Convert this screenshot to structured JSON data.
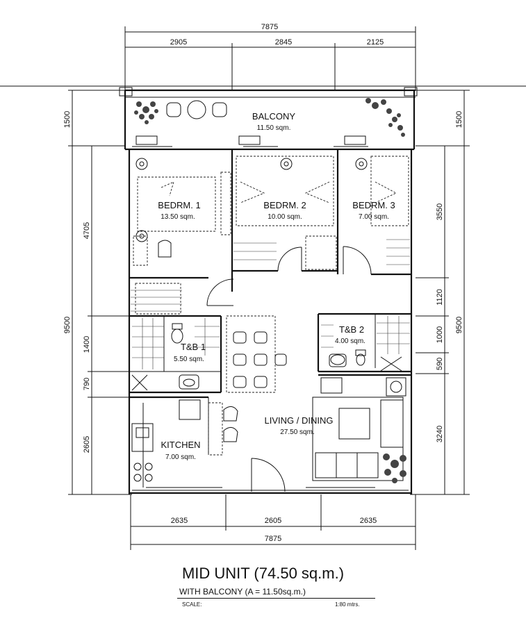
{
  "plan": {
    "dims_top": {
      "total": "7875",
      "segments": [
        "2905",
        "2845",
        "2125"
      ]
    },
    "dims_bottom": {
      "segments": [
        "2635",
        "2605",
        "2635"
      ],
      "total": "7875"
    },
    "dims_left": {
      "balcony": "1500",
      "upper": "4705",
      "total": "9500",
      "bath": "1400",
      "sink": "790",
      "kitchen": "2605"
    },
    "dims_right": {
      "balcony": "1500",
      "upper": "3550",
      "hall": "1120",
      "total": "9500",
      "bath": "1000",
      "niche": "590",
      "living": "3240"
    },
    "rooms": {
      "balcony": {
        "name": "BALCONY",
        "area": "11.50 sqm."
      },
      "bedroom1": {
        "name": "BEDRM. 1",
        "area": "13.50 sqm."
      },
      "bedroom2": {
        "name": "BEDRM. 2",
        "area": "10.00 sqm."
      },
      "bedroom3": {
        "name": "BEDRM. 3",
        "area": "7.00 sqm."
      },
      "tb1": {
        "name": "T&B 1",
        "area": "5.50 sqm."
      },
      "tb2": {
        "name": "T&B 2",
        "area": "4.00 sqm."
      },
      "kitchen": {
        "name": "KITCHEN",
        "area": "7.00 sqm."
      },
      "living": {
        "name": "LIVING / DINING",
        "area": "27.50 sqm."
      }
    }
  },
  "title": {
    "main": "MID UNIT (74.50 sq.m.)",
    "sub": "WITH BALCONY (A = 11.50sq.m.)",
    "scale_label": "SCALE:",
    "scale_value": "1:80 mtrs."
  }
}
